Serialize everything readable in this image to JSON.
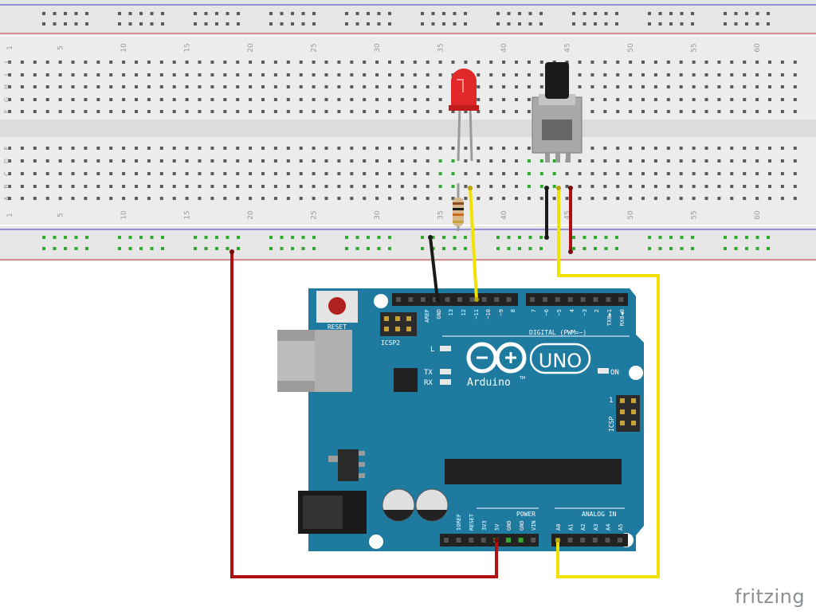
{
  "breadboard": {
    "rows_top": [
      "J",
      "I",
      "H",
      "G",
      "F"
    ],
    "rows_bottom": [
      "E",
      "D",
      "C",
      "B",
      "A"
    ],
    "column_numbers": [
      "1",
      "5",
      "10",
      "15",
      "20",
      "25",
      "30",
      "35",
      "40",
      "45",
      "50",
      "55",
      "60"
    ]
  },
  "arduino": {
    "reset_label": "RESET",
    "icsp2_label": "ICSP2",
    "icsp_label": "ICSP",
    "icsp_pin1_label": "1",
    "led_l_label": "L",
    "led_tx_label": "TX",
    "led_rx_label": "RX",
    "led_on_label": "ON",
    "digital_label": "DIGITAL (PWM=~)",
    "digital_pins": [
      "AREF",
      "GND",
      "13",
      "12",
      "~11",
      "~10",
      "~9",
      "8",
      "7",
      "~6",
      "~5",
      "4",
      "~3",
      "2",
      "TX0▶1",
      "RX0◀0"
    ],
    "logo_text": "Arduino",
    "tm_text": "TM",
    "model_text": "UNO",
    "power_label": "POWER",
    "power_pins": [
      "IOREF",
      "RESET",
      "3V3",
      "5V",
      "GND",
      "GND",
      "VIN"
    ],
    "analog_label": "ANALOG IN",
    "analog_pins": [
      "A0",
      "A1",
      "A2",
      "A3",
      "A4",
      "A5"
    ]
  },
  "watermark": "fritzing",
  "colors": {
    "wire_red": "#c0180f",
    "wire_black": "#1a1a1a",
    "wire_yellow": "#f2e600",
    "board": "#1f7aa0",
    "breadboard": "#e8e8e8",
    "hole_green": "#2eaa2e"
  }
}
